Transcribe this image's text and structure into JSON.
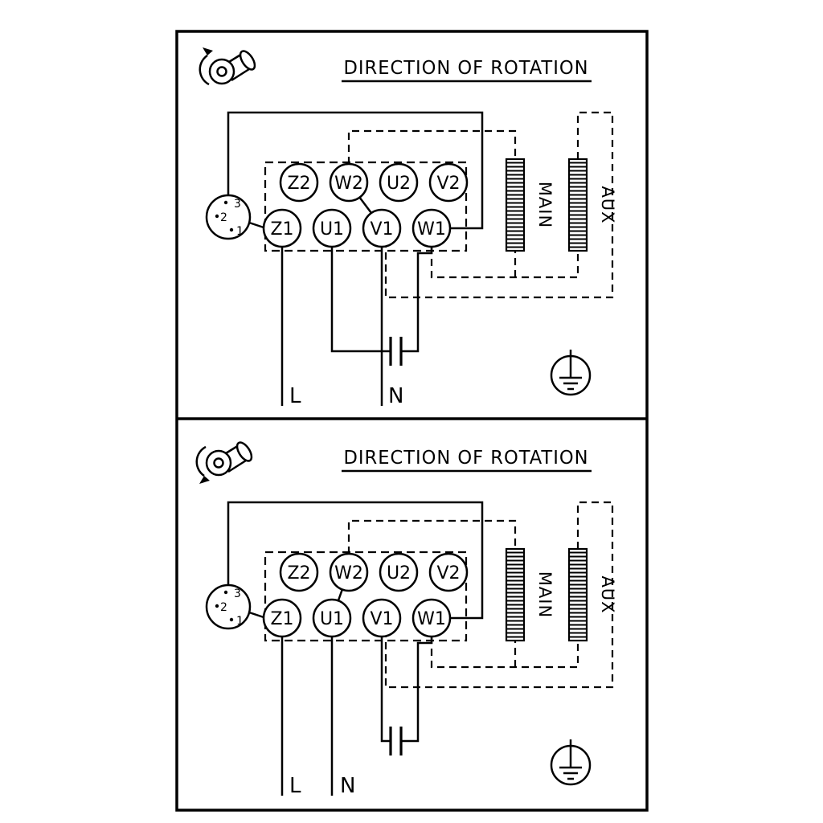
{
  "diagram": {
    "background_color": "#ffffff",
    "line_color": "#000000"
  },
  "panels": [
    {
      "title": "DIRECTION OF ROTATION",
      "terminals_top": [
        "Z2",
        "W2",
        "U2",
        "V2"
      ],
      "terminals_bottom": [
        "Z1",
        "U1",
        "V1",
        "W1"
      ],
      "selector_positions": [
        "3",
        "2",
        "1"
      ],
      "winding_main": "MAIN",
      "winding_aux": "AUX",
      "line_label": "L",
      "neutral_label": "N"
    },
    {
      "title": "DIRECTION OF ROTATION",
      "terminals_top": [
        "Z2",
        "W2",
        "U2",
        "V2"
      ],
      "terminals_bottom": [
        "Z1",
        "U1",
        "V1",
        "W1"
      ],
      "selector_positions": [
        "3",
        "2",
        "1"
      ],
      "winding_main": "MAIN",
      "winding_aux": "AUX",
      "line_label": "L",
      "neutral_label": "N"
    }
  ]
}
